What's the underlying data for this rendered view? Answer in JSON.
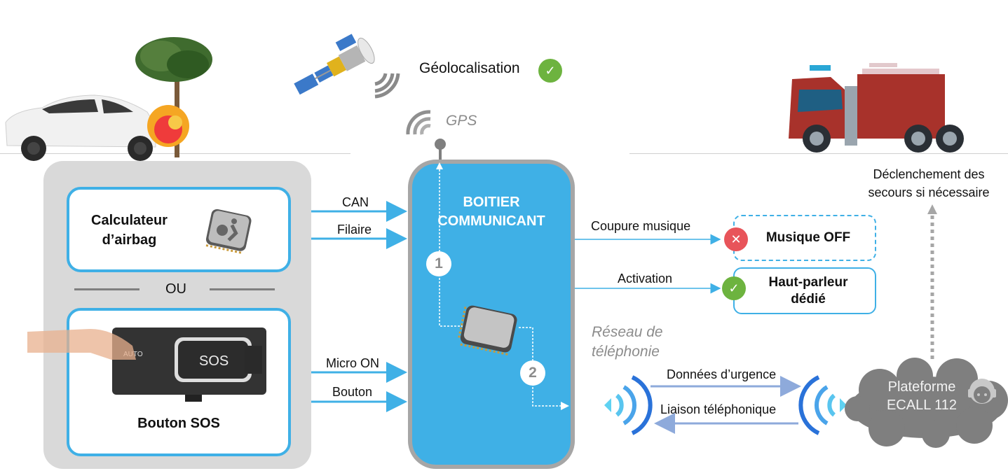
{
  "top": {
    "geolocation_label": "Géolocalisation",
    "gps_label": "GPS",
    "rescue_label_line1": "Déclenchement des",
    "rescue_label_line2": "secours si nécessaire"
  },
  "inputs": {
    "airbag_card": {
      "line1": "Calculateur",
      "line2": "d’airbag"
    },
    "separator": "OU",
    "sos_card": {
      "title": "Bouton SOS",
      "button_text": "SOS",
      "auto_text": "AUTO"
    }
  },
  "signals_in": {
    "can": "CAN",
    "filaire": "Filaire",
    "micro_on": "Micro ON",
    "bouton": "Bouton"
  },
  "boitier": {
    "title_line1": "BOITIER",
    "title_line2": "COMMUNICANT",
    "step1": "1",
    "step2": "2"
  },
  "outputs": {
    "coupure_label": "Coupure musique",
    "musique_box": "Musique OFF",
    "activation_label": "Activation",
    "speaker_line1": "Haut-parleur",
    "speaker_line2": "dédié"
  },
  "network": {
    "label_line1": "Réseau de",
    "label_line2": "téléphonie",
    "data_label": "Données d’urgence",
    "call_label": "Liaison téléphonique"
  },
  "platform": {
    "line1": "Plateforme",
    "line2": "ECALL 112"
  },
  "colors": {
    "accent_blue": "#3fb0e6",
    "ok_green": "#6db33f",
    "off_red": "#e8545a",
    "cloud_grey": "#7f7f7f"
  }
}
